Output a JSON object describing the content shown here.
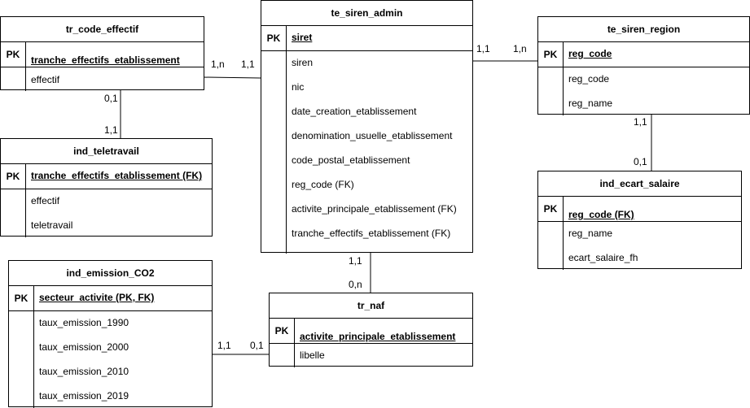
{
  "entities": {
    "tr_code_effectif": {
      "title": "tr_code_effectif",
      "pk_label": "PK",
      "pk": "tranche_effectifs_etablissement",
      "attrs": [
        "effectif"
      ]
    },
    "te_siren_admin": {
      "title": "te_siren_admin",
      "pk_label": "PK",
      "pk": "siret",
      "attrs": [
        "siren",
        "nic",
        "date_creation_etablissement",
        "denomination_usuelle_etablissement",
        "code_postal_etablissement",
        "reg_code (FK)",
        "activite_principale_etablissement (FK)",
        "tranche_effectifs_etablissement (FK)"
      ]
    },
    "te_siren_region": {
      "title": "te_siren_region",
      "pk_label": "PK",
      "pk": "reg_code",
      "attrs": [
        "reg_code",
        "reg_name"
      ]
    },
    "ind_teletravail": {
      "title": "ind_teletravail",
      "pk_label": "PK",
      "pk": "tranche_effectifs_etablissement (FK)",
      "attrs": [
        "effectif",
        "teletravail"
      ]
    },
    "ind_ecart_salaire": {
      "title": "ind_ecart_salaire",
      "pk_label": "PK",
      "pk": "reg_code (FK)",
      "attrs": [
        "reg_name",
        "ecart_salaire_fh"
      ]
    },
    "ind_emission_co2": {
      "title": "ind_emission_CO2",
      "pk_label": "PK",
      "pk": "secteur_activite (PK, FK)",
      "attrs": [
        "taux_emission_1990",
        "taux_emission_2000",
        "taux_emission_2010",
        "taux_emission_2019"
      ]
    },
    "tr_naf": {
      "title": "tr_naf",
      "pk_label": "PK",
      "pk": "activite_principale_etablissement",
      "attrs": [
        "libelle"
      ]
    }
  },
  "cardinalities": {
    "code_to_admin_left": "1,n",
    "code_to_admin_right": "1,1",
    "admin_to_region_left": "1,1",
    "admin_to_region_right": "1,n",
    "code_to_tele_top": "0,1",
    "code_to_tele_bottom": "1,1",
    "region_to_ecart_top": "1,1",
    "region_to_ecart_bottom": "0,1",
    "admin_to_naf_top": "1,1",
    "admin_to_naf_bottom": "0,n",
    "co2_to_naf_left": "1,1",
    "co2_to_naf_right": "0,1"
  }
}
